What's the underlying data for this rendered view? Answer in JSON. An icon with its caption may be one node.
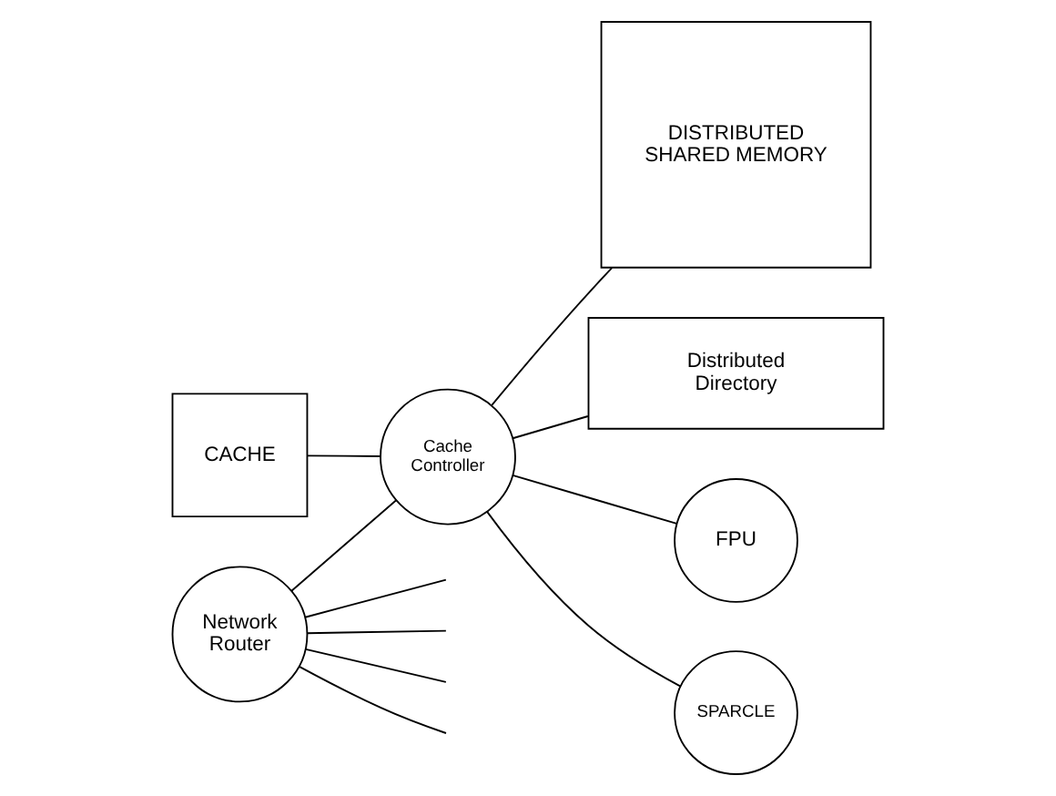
{
  "diagram": {
    "nodes": [
      {
        "text": [
          "Network Router"
        ]
      },
      {
        "text": [
          "DISTRIBUTED SHARED MEMORY"
        ]
      },
      {
        "text": [
          "CACHE"
        ]
      },
      {
        "text": [
          "Cache Controller"
        ]
      },
      {
        "text": [
          "Distributed Directory"
        ]
      },
      {
        "text": [
          "FPU"
        ]
      },
      {
        "text": [
          "SPARCLE"
        ]
      }
    ],
    "edges": [
      {
        "from": 0,
        "to": null,
        "arrow": "none"
      },
      {
        "from": 0,
        "to": null,
        "arrow": "none"
      },
      {
        "from": 0,
        "to": null,
        "arrow": "none"
      },
      {
        "from": 0,
        "to": null,
        "arrow": "none"
      },
      {
        "from": 0,
        "to": 3,
        "arrow": "none"
      },
      {
        "from": 3,
        "to": 1,
        "arrow": "none"
      },
      {
        "from": 3,
        "to": 4,
        "arrow": "none"
      },
      {
        "from": 2,
        "to": 3,
        "arrow": "none"
      },
      {
        "from": 3,
        "to": 5,
        "arrow": "none"
      },
      {
        "from": 3,
        "to": 6,
        "arrow": "none"
      }
    ]
  }
}
